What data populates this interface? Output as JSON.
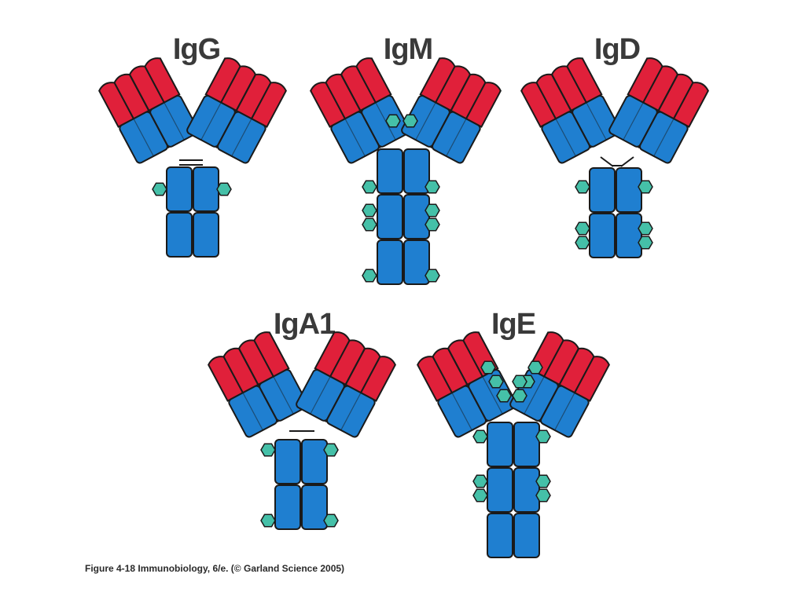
{
  "antibodies": [
    {
      "label": "IgG"
    },
    {
      "label": "IgM"
    },
    {
      "label": "IgD"
    },
    {
      "label": "IgA1"
    },
    {
      "label": "IgE"
    }
  ],
  "caption": "Figure 4-18  Immunobiology, 6/e. (© Garland Science 2005)",
  "colors": {
    "variable_region": "#e0203a",
    "constant_region": "#1f7fd0",
    "carbohydrate": "#45c0a8",
    "outline": "#1a1a1a"
  }
}
